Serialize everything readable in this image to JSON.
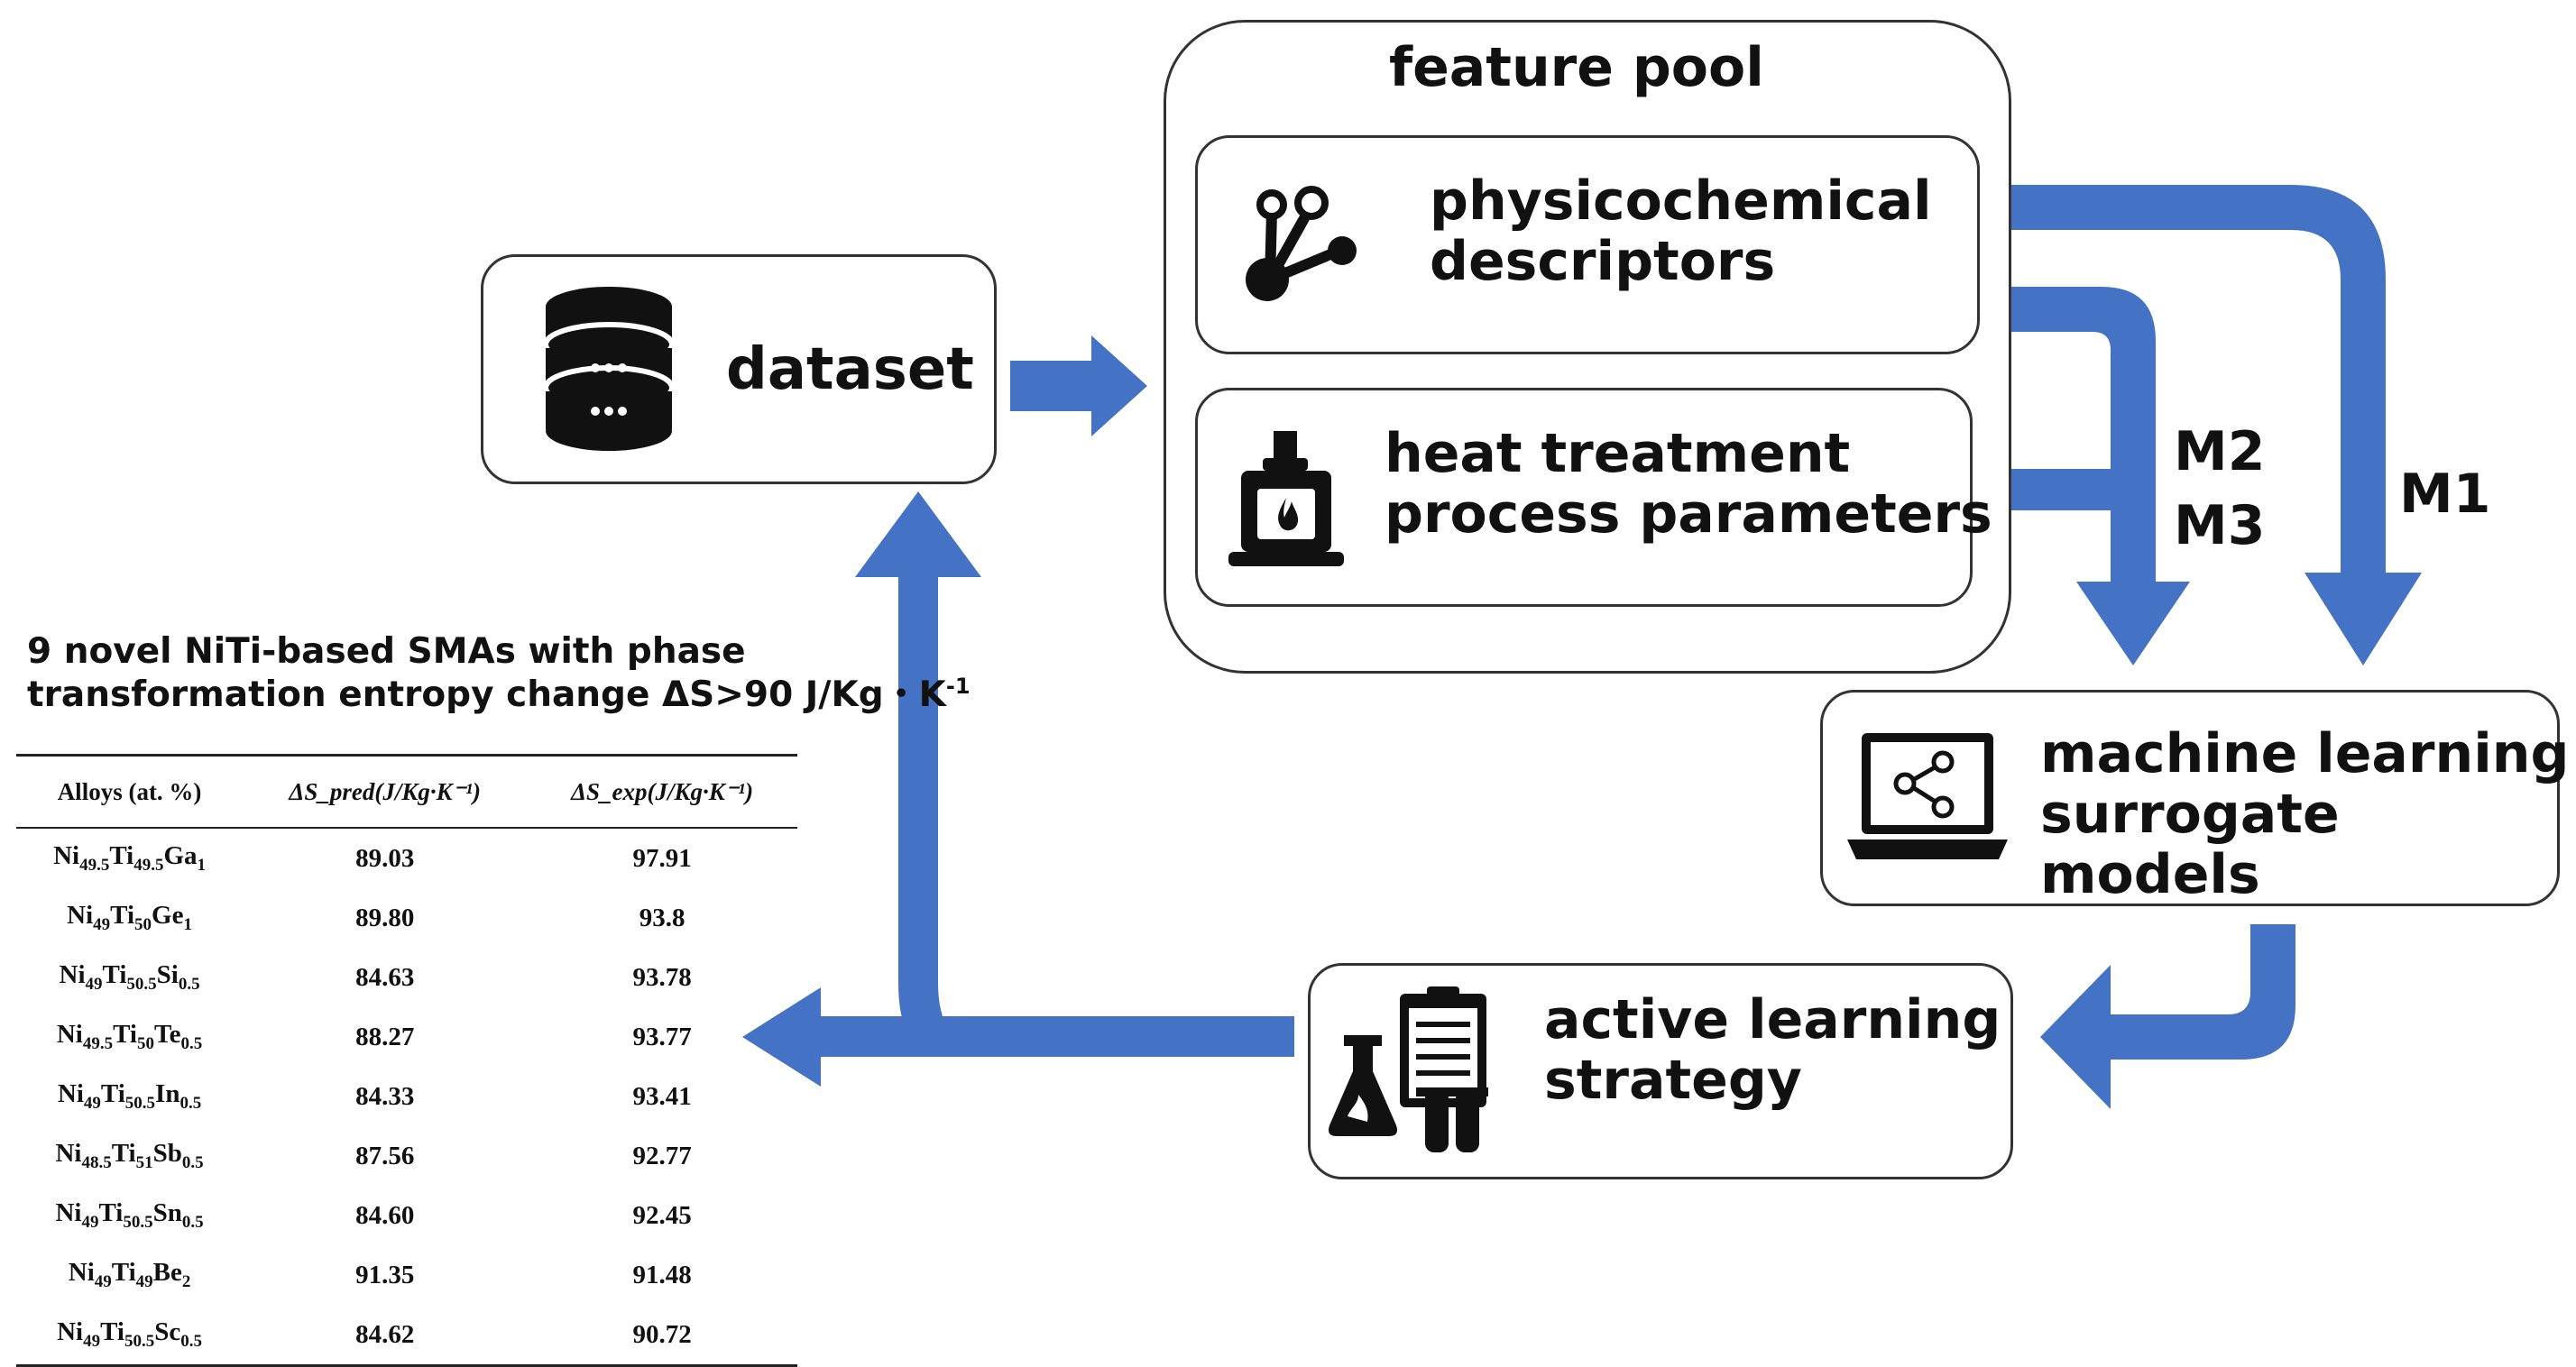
{
  "nodes": {
    "feature_pool": "feature pool",
    "physicochemical": [
      "physicochemical",
      "descriptors"
    ],
    "heat_treatment": [
      "heat treatment",
      "process parameters"
    ],
    "dataset": "dataset",
    "ml_models": [
      "machine learning",
      "surrogate models"
    ],
    "active_learning": [
      "active learning",
      "strategy"
    ]
  },
  "edge_labels": {
    "m1": "M1",
    "m2": "M2",
    "m3": "M3"
  },
  "icons": {
    "physicochemical": "molecule-icon",
    "heat_treatment": "furnace-icon",
    "dataset": "database-icon",
    "ml_models": "laptop-share-icon",
    "active_learning": "lab-clipboard-icon"
  },
  "colors": {
    "arrow": "#4472c4",
    "border": "#333333"
  },
  "table": {
    "title_line1": "9 novel NiTi-based SMAs with phase",
    "title_line2": "transformation entropy change ΔS>90 J/Kg・K",
    "title_sup": "-1",
    "headers": [
      "Alloys (at. %)",
      "ΔS_pred(J/Kg·K⁻¹)",
      "ΔS_exp(J/Kg·K⁻¹)"
    ],
    "rows": [
      {
        "alloy": "Ni49.5Ti49.5Ga1",
        "pred": "89.03",
        "exp": "97.91"
      },
      {
        "alloy": "Ni49Ti50Ge1",
        "pred": "89.80",
        "exp": "93.8"
      },
      {
        "alloy": "Ni49Ti50.5Si0.5",
        "pred": "84.63",
        "exp": "93.78"
      },
      {
        "alloy": "Ni49.5Ti50Te0.5",
        "pred": "88.27",
        "exp": "93.77"
      },
      {
        "alloy": "Ni49Ti50.5In0.5",
        "pred": "84.33",
        "exp": "93.41"
      },
      {
        "alloy": "Ni48.5Ti51Sb0.5",
        "pred": "87.56",
        "exp": "92.77"
      },
      {
        "alloy": "Ni49Ti50.5Sn0.5",
        "pred": "84.60",
        "exp": "92.45"
      },
      {
        "alloy": "Ni49Ti49Be2",
        "pred": "91.35",
        "exp": "91.48"
      },
      {
        "alloy": "Ni49Ti50.5Sc0.5",
        "pred": "84.62",
        "exp": "90.72"
      }
    ]
  }
}
